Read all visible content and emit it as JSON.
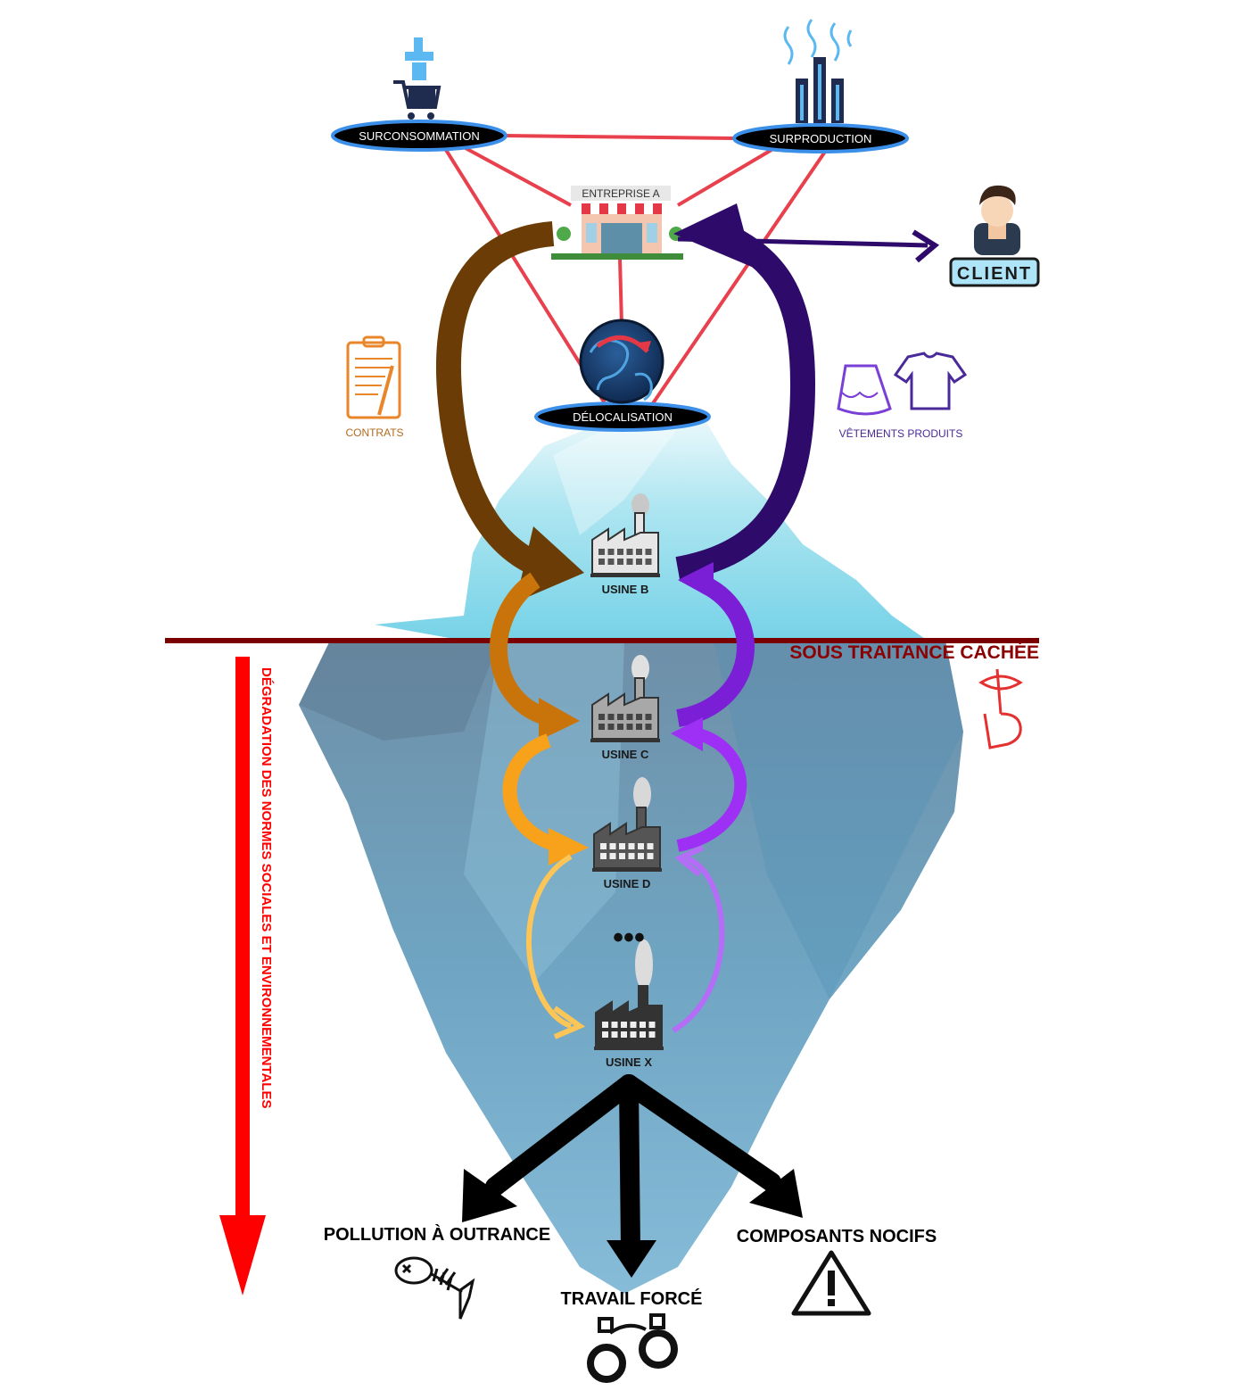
{
  "nodes": {
    "surconsommation": "SURCONSOMMATION",
    "surproduction": "SURPRODUCTION",
    "entreprise": "ENTREPRISE A",
    "delocalisation": "DÉLOCALISATION",
    "client": "CLIENT",
    "contrats": "CONTRATS",
    "vetements": "VÊTEMENTS PRODUITS",
    "usine_b": "USINE B",
    "usine_c": "USINE C",
    "usine_d": "USINE D",
    "usine_x": "USINE X",
    "ellipsis": "•••"
  },
  "labels": {
    "sous_traitance": "SOUS TRAITANCE CACHÉE",
    "degradation": "DÉGRADATION DES NORMES SOCIALES ET ENVIRONNEMENTALES"
  },
  "outcomes": {
    "pollution": "POLLUTION À OUTRANCE",
    "travail": "TRAVAIL FORCÉ",
    "composants": "COMPOSANTS NOCIFS"
  },
  "icons": {
    "shopping": "shopping-cart-icon",
    "smokestacks": "smokestack-icon",
    "shop": "storefront-icon",
    "globe": "globe-icon",
    "client": "person-icon",
    "contract": "contract-icon",
    "clothes": "clothes-icon",
    "factory": "factory-icon",
    "silence": "shush-icon",
    "fish": "dead-fish-icon",
    "handcuffs": "handcuffs-icon",
    "warning": "warning-icon"
  },
  "colors": {
    "triangle_lines": "#e8414d",
    "contract_arrow": "#6b3c05",
    "clothes_arrow": "#2e0a6a",
    "waterline": "#7a0000",
    "degradation_arrow": "#ff0000",
    "orange_dark": "#c8740a",
    "orange": "#f7a21a",
    "orange_light": "#fcc558",
    "purple": "#8a25d9",
    "purple_mid": "#9e2ff5",
    "purple_light": "#b56cf7",
    "iceberg": "#7eb8d0"
  }
}
